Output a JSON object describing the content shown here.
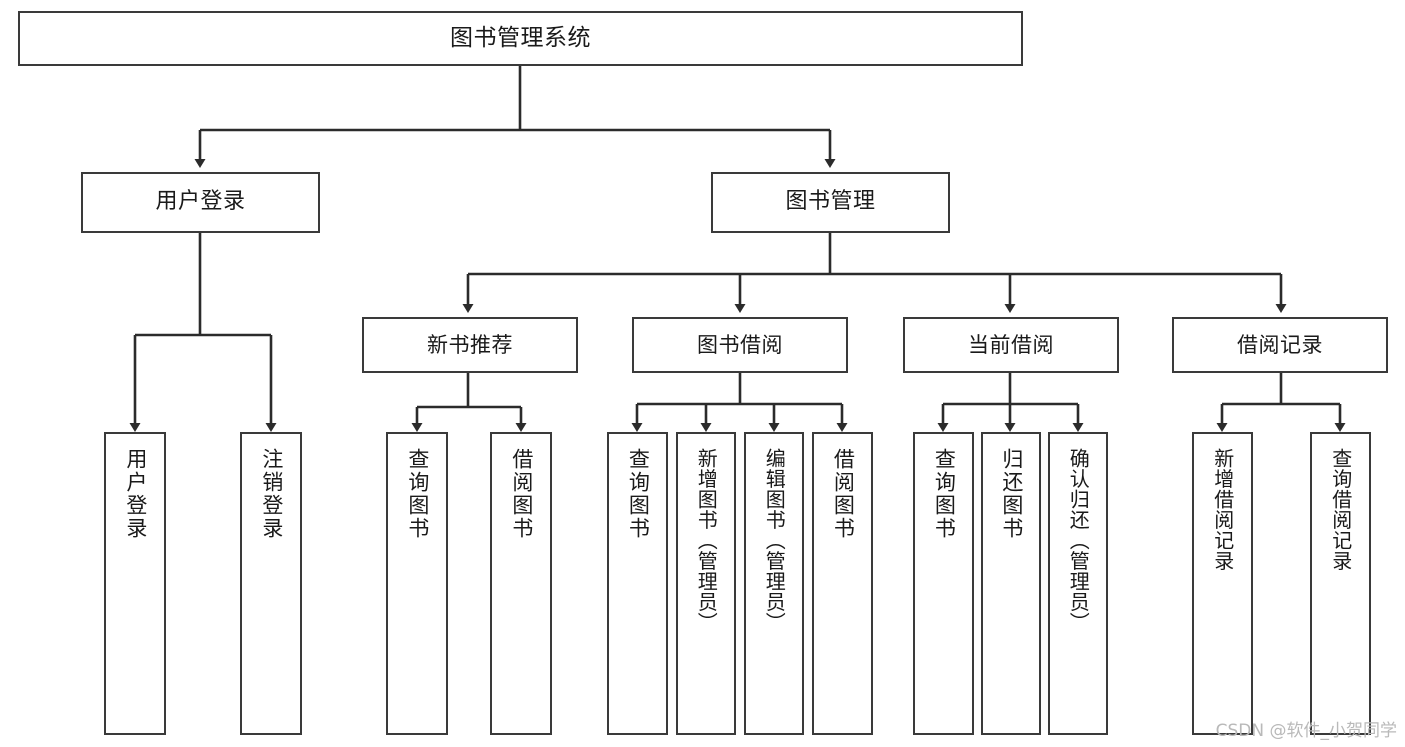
{
  "diagram": {
    "title": "图书管理系统",
    "type": "hierarchy-tree",
    "colors": {
      "box_border": "#3a3a3a",
      "box_fill": "#ffffff",
      "edge": "#2b2b2b",
      "text": "#1a1a1a",
      "watermark": "#b9b9b9",
      "background": "#ffffff"
    },
    "nodes": {
      "root": {
        "label": "图书管理系统"
      },
      "level2": [
        {
          "id": "user-login",
          "label": "用户登录"
        },
        {
          "id": "book-management",
          "label": "图书管理"
        }
      ],
      "level3": [
        {
          "id": "new-book-recommend",
          "label": "新书推荐"
        },
        {
          "id": "book-borrow",
          "label": "图书借阅"
        },
        {
          "id": "current-borrow",
          "label": "当前借阅"
        },
        {
          "id": "borrow-record",
          "label": "借阅记录"
        }
      ],
      "leaves": {
        "user-login": [
          {
            "id": "leaf-user-login",
            "label": "用户登录"
          },
          {
            "id": "leaf-user-logout",
            "label": "注销登录"
          }
        ],
        "new-book-recommend": [
          {
            "id": "leaf-query-book-1",
            "label": "查询图书"
          },
          {
            "id": "leaf-borrow-book-1",
            "label": "借阅图书"
          }
        ],
        "book-borrow": [
          {
            "id": "leaf-query-book-2",
            "label": "查询图书"
          },
          {
            "id": "leaf-add-book",
            "label": "新增图书（管理员）"
          },
          {
            "id": "leaf-edit-book",
            "label": "编辑图书（管理员）"
          },
          {
            "id": "leaf-borrow-book-2",
            "label": "借阅图书"
          }
        ],
        "current-borrow": [
          {
            "id": "leaf-query-book-3",
            "label": "查询图书"
          },
          {
            "id": "leaf-return-book",
            "label": "归还图书"
          },
          {
            "id": "leaf-confirm-return",
            "label": "确认归还（管理员）"
          }
        ],
        "borrow-record": [
          {
            "id": "leaf-add-record",
            "label": "新增借阅记录"
          },
          {
            "id": "leaf-query-record",
            "label": "查询借阅记录"
          }
        ]
      }
    },
    "watermark": "CSDN @软件_小贺同学"
  }
}
